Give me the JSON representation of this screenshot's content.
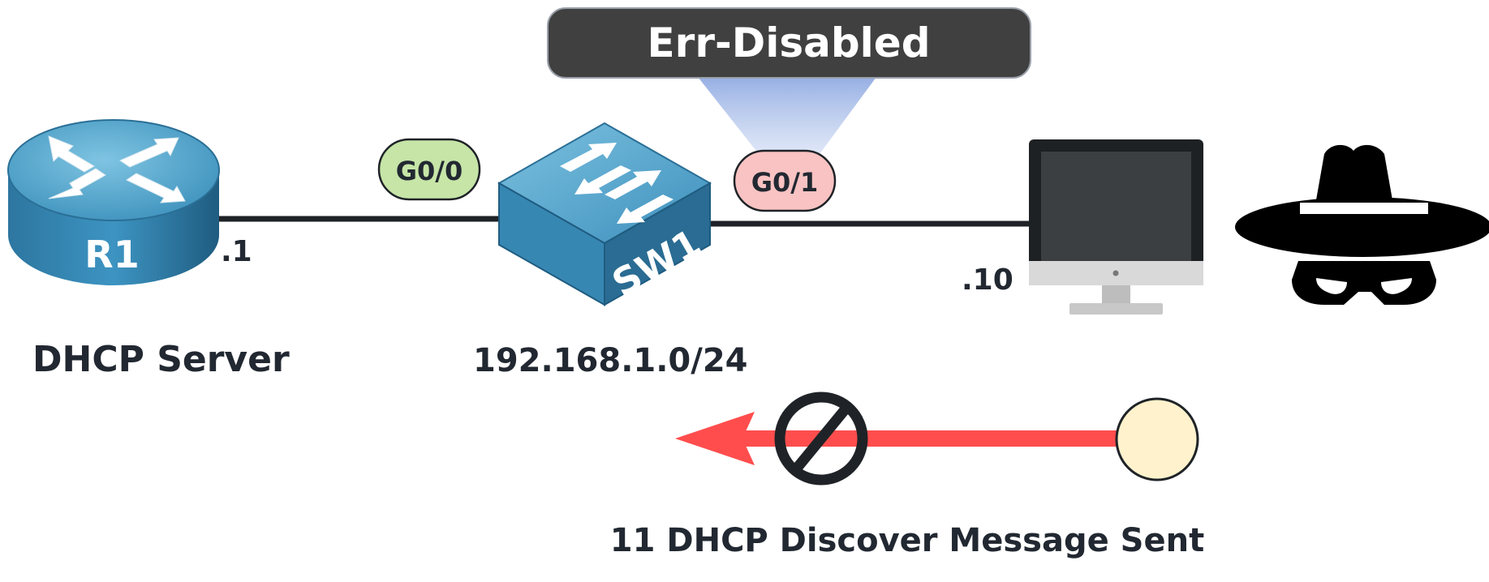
{
  "router": {
    "name": "R1",
    "ip_suffix": ".1",
    "role": "DHCP Server"
  },
  "switch": {
    "name": "SW1",
    "subnet": "192.168.1.0/24"
  },
  "ports": {
    "g00": {
      "label": "G0/0",
      "fill": "#c6e5a7"
    },
    "g01": {
      "label": "G0/1",
      "fill": "#f8c3c2"
    }
  },
  "status_banner": {
    "label": "Err-Disabled"
  },
  "host": {
    "ip_suffix": ".10"
  },
  "attacker": {
    "icon": "spy-icon"
  },
  "message": {
    "caption": "11 DHCP Discover Message Sent",
    "arrow_color": "#ff4d4d",
    "packet_fill": "#fff2cc"
  },
  "colors": {
    "link": "#1f2327",
    "banner": "#404040",
    "device_blue": "#2e7fa6"
  }
}
